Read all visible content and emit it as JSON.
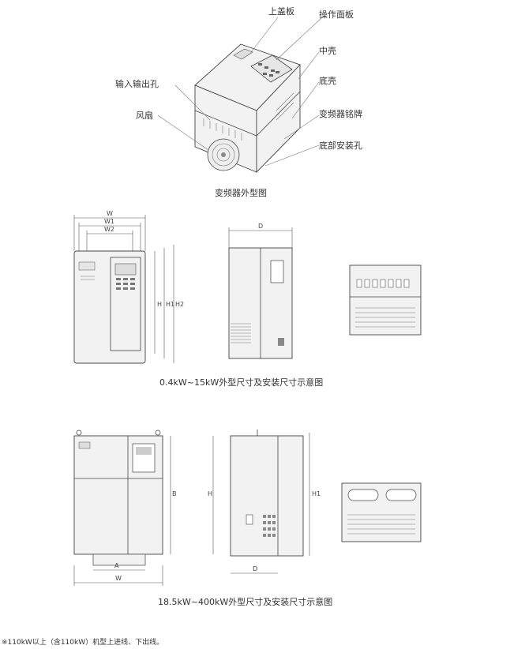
{
  "top_figure": {
    "labels": {
      "top_cover": "上盖板",
      "operation_panel": "操作面板",
      "middle_shell": "中壳",
      "io_hole": "输入输出孔",
      "bottom_shell": "底壳",
      "fan": "风扇",
      "nameplate": "变频器铭牌",
      "bottom_mount_hole": "底部安装孔"
    },
    "caption": "变频器外型图"
  },
  "small_series": {
    "dims": {
      "w": "W",
      "w1": "W1",
      "w2": "W2",
      "h": "H",
      "h1": "H1",
      "h2": "H2",
      "d": "D"
    },
    "caption": "0.4kW~15kW外型尺寸及安装尺寸示意图"
  },
  "large_series": {
    "dims": {
      "a": "A",
      "b": "B",
      "w": "W",
      "h": "H",
      "h1": "H1",
      "d": "D"
    },
    "caption": "18.5kW~400kW外型尺寸及安装尺寸示意图"
  },
  "footnote": "※110kW以上（含110kW）机型上进线、下出线。"
}
